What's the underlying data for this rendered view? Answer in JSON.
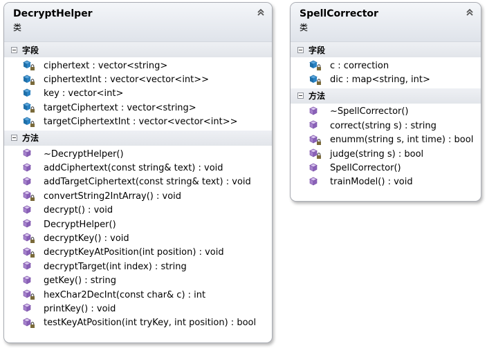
{
  "classes": [
    {
      "name": "DecryptHelper",
      "kind": "类",
      "fields_label": "字段",
      "methods_label": "方法",
      "fields": [
        {
          "text": "ciphertext : vector<string>",
          "access": "private"
        },
        {
          "text": "ciphertextInt : vector<vector<int>>",
          "access": "private"
        },
        {
          "text": "key : vector<int>",
          "access": "public"
        },
        {
          "text": "targetCiphertext : vector<string>",
          "access": "private"
        },
        {
          "text": "targetCiphertextInt : vector<vector<int>>",
          "access": "private"
        }
      ],
      "methods": [
        {
          "text": "~DecryptHelper()",
          "access": "public"
        },
        {
          "text": "addCiphertext(const string& text) : void",
          "access": "public"
        },
        {
          "text": "addTargetCiphertext(const string& text) : void",
          "access": "public"
        },
        {
          "text": "convertString2IntArray() : void",
          "access": "private"
        },
        {
          "text": "decrypt() : void",
          "access": "public"
        },
        {
          "text": "DecryptHelper()",
          "access": "public"
        },
        {
          "text": "decryptKey() : void",
          "access": "private"
        },
        {
          "text": "decryptKeyAtPosition(int position) : void",
          "access": "private"
        },
        {
          "text": "decryptTarget(int index) : string",
          "access": "public"
        },
        {
          "text": "getKey() : string",
          "access": "public"
        },
        {
          "text": "hexChar2DecInt(const char& c) : int",
          "access": "private"
        },
        {
          "text": "printKey() : void",
          "access": "public"
        },
        {
          "text": "testKeyAtPosition(int tryKey, int position) : bool",
          "access": "private"
        }
      ]
    },
    {
      "name": "SpellCorrector",
      "kind": "类",
      "fields_label": "字段",
      "methods_label": "方法",
      "fields": [
        {
          "text": "c : correction",
          "access": "private"
        },
        {
          "text": "dic : map<string, int>",
          "access": "private"
        }
      ],
      "methods": [
        {
          "text": "~SpellCorrector()",
          "access": "public"
        },
        {
          "text": "correct(string s) : string",
          "access": "public"
        },
        {
          "text": "enumm(string s, int time) : bool",
          "access": "private"
        },
        {
          "text": "judge(string s) : bool",
          "access": "private"
        },
        {
          "text": "SpellCorrector()",
          "access": "public"
        },
        {
          "text": "trainModel() : void",
          "access": "public"
        }
      ]
    }
  ],
  "colors": {
    "field_icon": "#1f6fa8",
    "method_icon": "#7b4fa8",
    "lock_icon": "#7a6a3a"
  },
  "icons": {
    "field": "field-icon",
    "method": "method-icon",
    "private_overlay": "lock-icon",
    "collapse": "double-chevron-up-icon",
    "section_toggle": "minus-box-icon"
  }
}
